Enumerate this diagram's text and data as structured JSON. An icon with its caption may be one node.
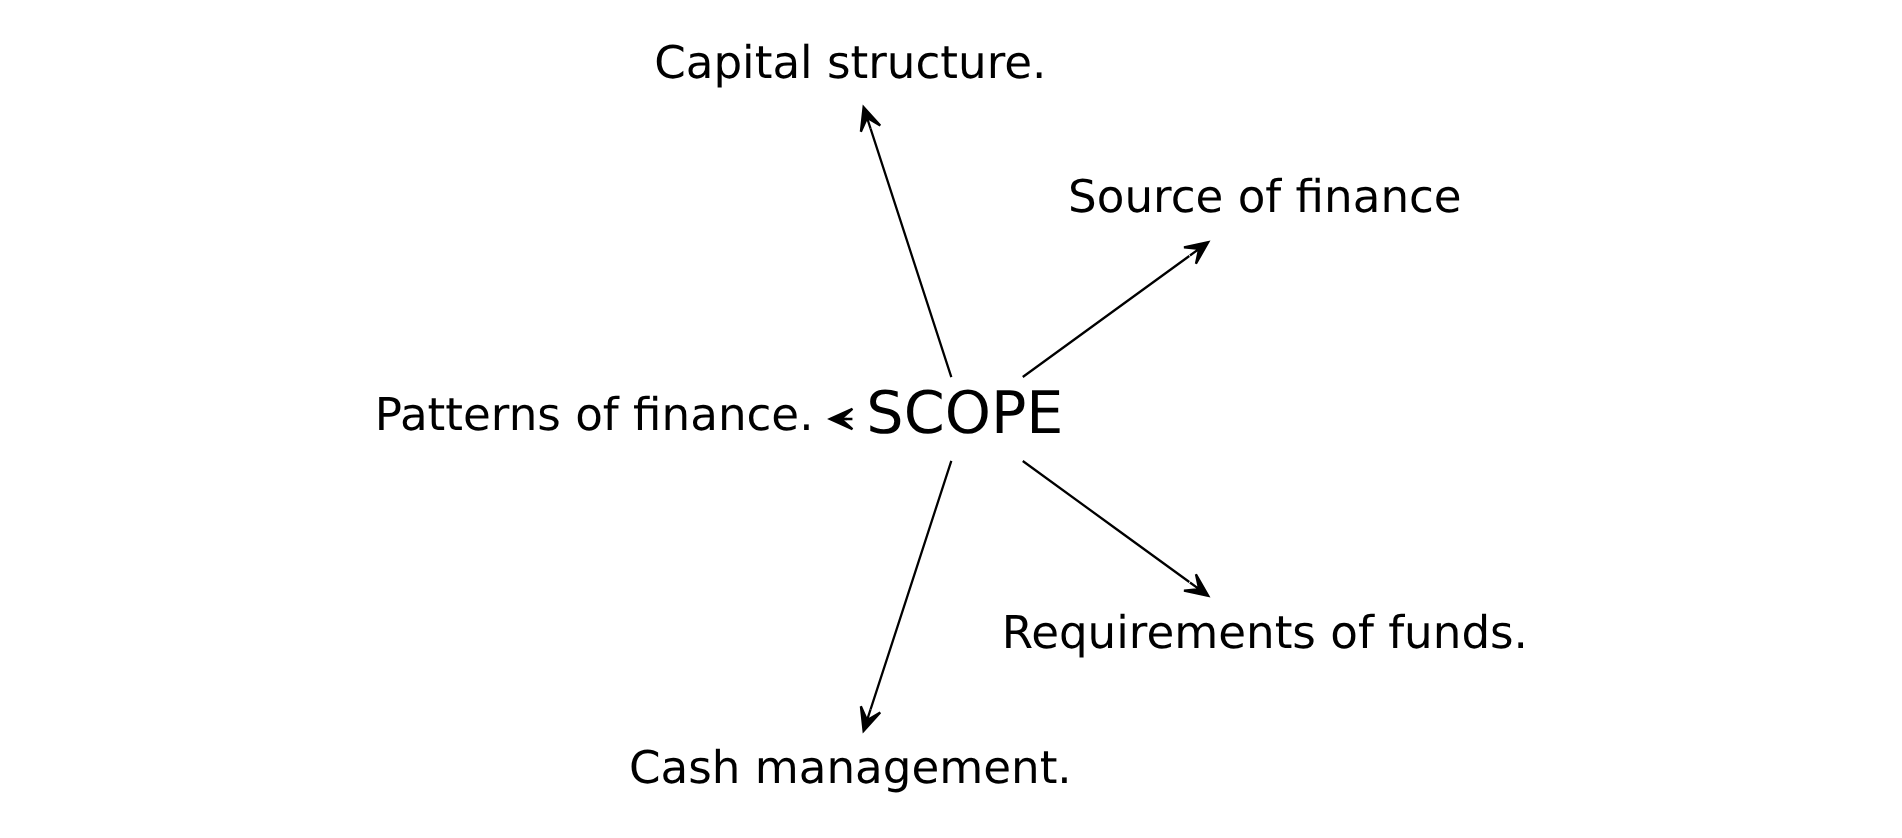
{
  "diagram": {
    "nodes": [
      {
        "text": [
          "SCOPE"
        ]
      },
      {
        "text": [
          "Source of finance"
        ]
      },
      {
        "text": [
          "Capital structure."
        ]
      },
      {
        "text": [
          "Patterns of finance."
        ]
      },
      {
        "text": [
          "Cash management."
        ]
      },
      {
        "text": [
          "Requirements of funds."
        ]
      }
    ],
    "edges": [
      {
        "from": 0,
        "to": 1,
        "arrow": "to"
      },
      {
        "from": 0,
        "to": 2,
        "arrow": "to"
      },
      {
        "from": 0,
        "to": 3,
        "arrow": "to"
      },
      {
        "from": 0,
        "to": 4,
        "arrow": "to"
      },
      {
        "from": 0,
        "to": 5,
        "arrow": "to"
      }
    ]
  }
}
